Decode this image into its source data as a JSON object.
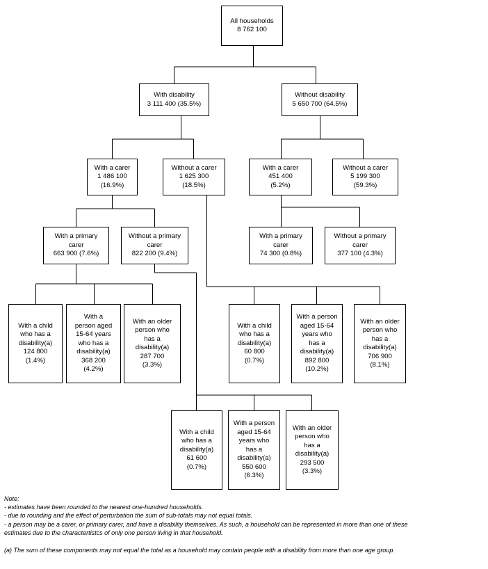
{
  "nodes": {
    "root": [
      "All households",
      "8 762 100"
    ],
    "with_disability": [
      "With disability",
      "3 111 400 (35.5%)"
    ],
    "without_disability": [
      "Without disability",
      "5 650 700 (64.5%)"
    ],
    "wd_with_carer": [
      "With a carer",
      "1 486 100",
      "(16.9%)"
    ],
    "wd_without_carer": [
      "Without a carer",
      "1 625 300",
      "(18.5%)"
    ],
    "nd_with_carer": [
      "With a carer",
      "451 400",
      "(5.2%)"
    ],
    "nd_without_carer": [
      "Without a carer",
      "5 199 300",
      "(59.3%)"
    ],
    "wd_with_primary": [
      "With a primary",
      "carer",
      "663 900 (7.6%)"
    ],
    "wd_without_primary": [
      "Without a primary",
      "carer",
      "822 200 (9.4%)"
    ],
    "nd_with_primary": [
      "With a primary",
      "carer",
      "74 300 (0.8%)"
    ],
    "nd_without_primary": [
      "Without a primary",
      "carer",
      "377 100 (4.3%)"
    ],
    "wp_child": [
      "With a child",
      "who has a",
      "disability(a)",
      "124 800",
      "(1.4%)"
    ],
    "wp_person": [
      "With a",
      "person aged",
      "15-64 years",
      "who has a",
      "disability(a)",
      "368 200",
      "(4.2%)"
    ],
    "wp_older": [
      "With an older",
      "person who",
      "has a",
      "disability(a)",
      "287 700",
      "(3.3%)"
    ],
    "wc_child": [
      "With a child",
      "who has a",
      "disability(a)",
      "60 800",
      "(0.7%)"
    ],
    "wc_person": [
      "With a person",
      "aged 15-64",
      "years who",
      "has a",
      "disability(a)",
      "892 800",
      "(10.2%)"
    ],
    "wc_older": [
      "With an older",
      "person who",
      "has a",
      "disability(a)",
      "706 900",
      "(8.1%)"
    ],
    "wop_child": [
      "With a child",
      "who has a",
      "disability(a)",
      "61 600",
      "(0.7%)"
    ],
    "wop_person": [
      "With a person",
      "aged 15-64",
      "years who",
      "has a",
      "disability(a)",
      "550 600",
      "(6.3%)"
    ],
    "wop_older": [
      "With an older",
      "person who",
      "has a",
      "disability(a)",
      "293 500",
      "(3.3%)"
    ]
  },
  "notes": {
    "heading": "Note:",
    "lines": [
      "- estimates have been rounded to the nearest one-hundred households.",
      "- due to rounding and the effect of perturbation the sum of sub-totals may not equal totals.",
      "- a person may be a carer, or primary carer, and have a disability themselves. As such, a household can be represented in more than one of these",
      "estimates due to the charactertistcs of only one person living in that household."
    ],
    "footnote": "(a) The sum of these components may not equal the total as a household may contain people with a disability from more than one age group."
  }
}
